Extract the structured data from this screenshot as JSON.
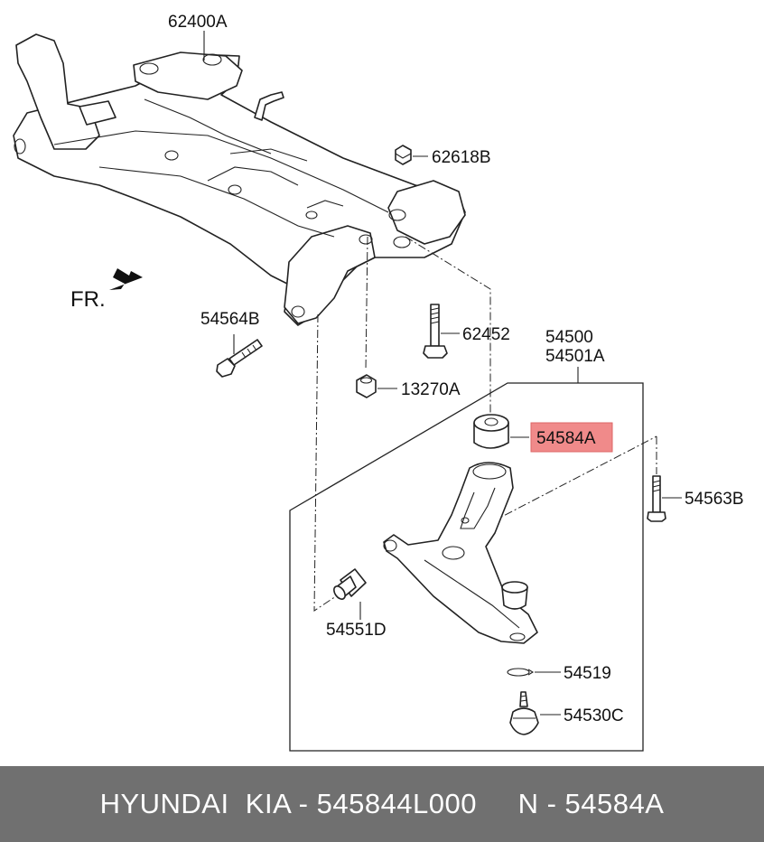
{
  "labels": {
    "subframe": "62400A",
    "nut_top": "62618B",
    "front": "FR.",
    "bolt_front": "54564B",
    "bolt_rear": "62452",
    "nut_rear": "13270A",
    "assembly_lh": "54500",
    "assembly_rh": "54501A",
    "bushing_rear": "54584A",
    "bolt_arm": "54563B",
    "bushing_front": "54551D",
    "snap_ring": "54519",
    "ball_joint": "54530C"
  },
  "highlight_color": "#f08a8a",
  "footer": {
    "brand": "HYUNDAI  KIA - 545844L000",
    "code": "N - 54584A"
  }
}
